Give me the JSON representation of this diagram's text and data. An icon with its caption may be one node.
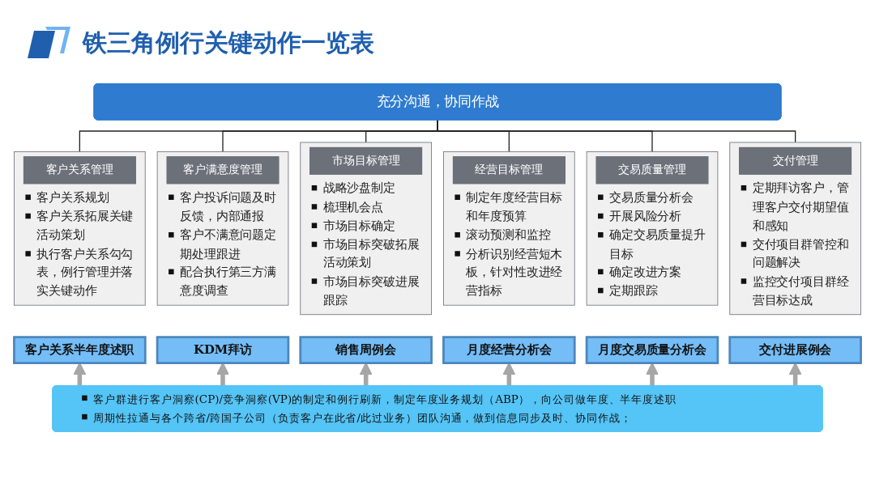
{
  "diagram": {
    "title": "铁三角例行关键动作一览表",
    "nodes": [
      {
        "text": [
          "充分沟通，协同作战"
        ]
      },
      {
        "text": [
          "客户关系管理",
          "客户关系规划",
          "客户关系拓展关键活动策划",
          "执行客户关系勾勾表，例行管理并落实关键动作"
        ]
      },
      {
        "text": [
          "客户关系半年度述职"
        ]
      },
      {
        "text": [
          "客户满意度管理",
          "客户投诉问题及时反馈，内部通报",
          "客户不满意问题定期处理跟进",
          "配合执行第三方满意度调查"
        ]
      },
      {
        "text": [
          "KDM拜访"
        ]
      },
      {
        "text": [
          "市场目标管理",
          "战略沙盘制定",
          "梳理机会点",
          "市场目标确定",
          "市场目标突破拓展活动策划",
          "市场目标突破进展跟踪"
        ]
      },
      {
        "text": [
          "销售周例会"
        ]
      },
      {
        "text": [
          "经营目标管理",
          "制定年度经营目标和年度预算",
          "滚动预测和监控",
          "分析识别经营短木板，针对性改进经营指标"
        ]
      },
      {
        "text": [
          "月度经营分析会"
        ]
      },
      {
        "text": [
          "交易质量管理",
          "交易质量分析会",
          "开展风险分析",
          "确定交易质量提升目标",
          "确定改进方案",
          "定期跟踪"
        ]
      },
      {
        "text": [
          "月度交易质量分析会"
        ]
      },
      {
        "text": [
          "交付管理",
          "定期拜访客户，管理客户交付期望值和感知",
          "交付项目群管控和问题解决",
          "监控交付项目群经营目标达成"
        ]
      },
      {
        "text": [
          "交付进展例会"
        ]
      },
      {
        "text": [
          "客户群进行客户洞察(CP)/竞争洞察(VP)的制定和例行刷新，制定年度业务规划（ABP），向公司做年度、半年度述职",
          "周期性拉通与各个跨省/跨国子公司（负责客户在此省/此过业务）团队沟通，做到信息同步及时、协同作战；"
        ]
      }
    ],
    "edges": [
      {
        "from": 0,
        "to": 1,
        "arrow": "none"
      },
      {
        "from": 0,
        "to": 3,
        "arrow": "none"
      },
      {
        "from": 0,
        "to": 5,
        "arrow": "none"
      },
      {
        "from": 0,
        "to": 7,
        "arrow": "none"
      },
      {
        "from": 0,
        "to": 9,
        "arrow": "none"
      },
      {
        "from": 0,
        "to": 11,
        "arrow": "none"
      },
      {
        "from": 13,
        "to": 2,
        "arrow": "to",
        "style": "thick",
        "color": "#a6a6a6"
      },
      {
        "from": 13,
        "to": 4,
        "arrow": "to",
        "style": "thick",
        "color": "#a6a6a6"
      },
      {
        "from": 13,
        "to": 6,
        "arrow": "to",
        "style": "thick",
        "color": "#a6a6a6"
      },
      {
        "from": 13,
        "to": 8,
        "arrow": "to",
        "style": "thick",
        "color": "#a6a6a6"
      },
      {
        "from": 13,
        "to": 10,
        "arrow": "to",
        "style": "thick",
        "color": "#a6a6a6"
      },
      {
        "from": 13,
        "to": 12,
        "arrow": "to",
        "style": "thick",
        "color": "#a6a6a6"
      }
    ]
  }
}
